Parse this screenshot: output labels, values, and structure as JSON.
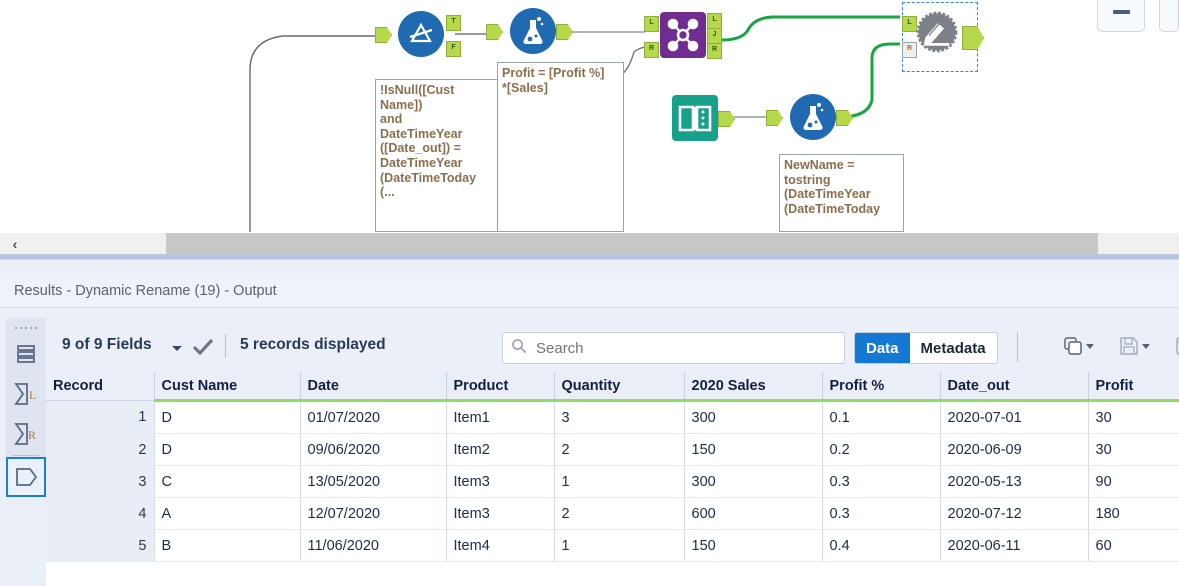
{
  "canvas": {
    "nodes": [
      {
        "id": "filter",
        "name": "filter-tool",
        "type": "circle-blue",
        "icon": "filter-icon",
        "out_anchors": [
          "T",
          "F"
        ],
        "has_in": true
      },
      {
        "id": "formula1",
        "name": "formula-tool-1",
        "type": "circle-blue",
        "icon": "formula-flask-icon",
        "has_in": true,
        "has_out": true
      },
      {
        "id": "join",
        "name": "join-tool",
        "type": "square-purple",
        "icon": "join-icon",
        "in_anchors": [
          "L",
          "R"
        ],
        "out_anchors": [
          "L",
          "J",
          "R"
        ]
      },
      {
        "id": "browse",
        "name": "text-input-tool",
        "type": "square-teal",
        "icon": "text-input-book-icon",
        "has_out": true
      },
      {
        "id": "formula2",
        "name": "formula-tool-2",
        "type": "circle-blue",
        "icon": "formula-flask-icon",
        "has_in": true,
        "has_out": true
      },
      {
        "id": "dynrename",
        "name": "dynamic-rename-tool",
        "type": "circle-gray",
        "icon": "dynamic-rename-icon",
        "in_anchors": [
          "L",
          "R"
        ],
        "has_out": true,
        "selected": true
      }
    ],
    "annotations": [
      {
        "name": "filter-annotation",
        "text": "!IsNull([Cust\nName])\nand\nDateTimeYear\n([Date_out]) =\nDateTimeYear\n(DateTimeToday\n(..."
      },
      {
        "name": "formula1-annotation",
        "text": "Profit = [Profit %]\n*[Sales]"
      },
      {
        "name": "formula2-annotation",
        "text": "NewName =\ntostring\n(DateTimeYear\n(DateTimeToday"
      }
    ],
    "minimize_label": "minimize-button"
  },
  "scrollbar": {
    "left_arrow": "‹"
  },
  "results": {
    "title": "Results - Dynamic Rename (19) - Output",
    "rail": [
      {
        "name": "rail-grip",
        "icon": "grip-dots-icon",
        "selected": false
      },
      {
        "name": "rail-item-table",
        "icon": "table-rows-icon",
        "selected": false
      },
      {
        "name": "rail-item-sigma-l",
        "icon": "sigma-l-icon",
        "selected": false
      },
      {
        "name": "rail-item-sigma-r",
        "icon": "sigma-r-icon",
        "selected": false
      },
      {
        "name": "rail-item-output",
        "icon": "output-flag-icon",
        "selected": true
      }
    ],
    "toolbar": {
      "fields_label": "9 of 9 Fields",
      "records_label": "5 records displayed",
      "search_placeholder": "Search",
      "search_value": "",
      "search_icon": "search-magnifier-icon",
      "check_icon": "checkmark-icon",
      "segments": [
        {
          "label": "Data",
          "active": true
        },
        {
          "label": "Metadata",
          "active": false
        }
      ],
      "actions": [
        {
          "name": "copy-button",
          "icon": "copy-icon"
        },
        {
          "name": "save-button",
          "icon": "floppy-save-icon"
        },
        {
          "name": "add-button",
          "icon": "add-box-icon"
        }
      ]
    },
    "table": {
      "columns": [
        "Record",
        "Cust Name",
        "Date",
        "Product",
        "Quantity",
        "2020 Sales",
        "Profit %",
        "Date_out",
        "Profit"
      ],
      "rows": [
        [
          "1",
          "D",
          "01/07/2020",
          "Item1",
          "3",
          "300",
          "0.1",
          "2020-07-01",
          "30"
        ],
        [
          "2",
          "D",
          "09/06/2020",
          "Item2",
          "2",
          "150",
          "0.2",
          "2020-06-09",
          "30"
        ],
        [
          "3",
          "C",
          "13/05/2020",
          "Item3",
          "1",
          "300",
          "0.3",
          "2020-05-13",
          "90"
        ],
        [
          "4",
          "A",
          "12/07/2020",
          "Item3",
          "2",
          "600",
          "0.3",
          "2020-07-12",
          "180"
        ],
        [
          "5",
          "B",
          "11/06/2020",
          "Item4",
          "1",
          "150",
          "0.4",
          "2020-06-11",
          "60"
        ]
      ]
    }
  },
  "colors": {
    "accent_blue": "#1479d5",
    "tool_blue": "#1f6ab0",
    "join_purple": "#6f2d91",
    "text_input_teal": "#17a08a",
    "anchor_green": "#b5d94a",
    "wire_green": "#19a541",
    "header_underline": "#8ede63"
  }
}
